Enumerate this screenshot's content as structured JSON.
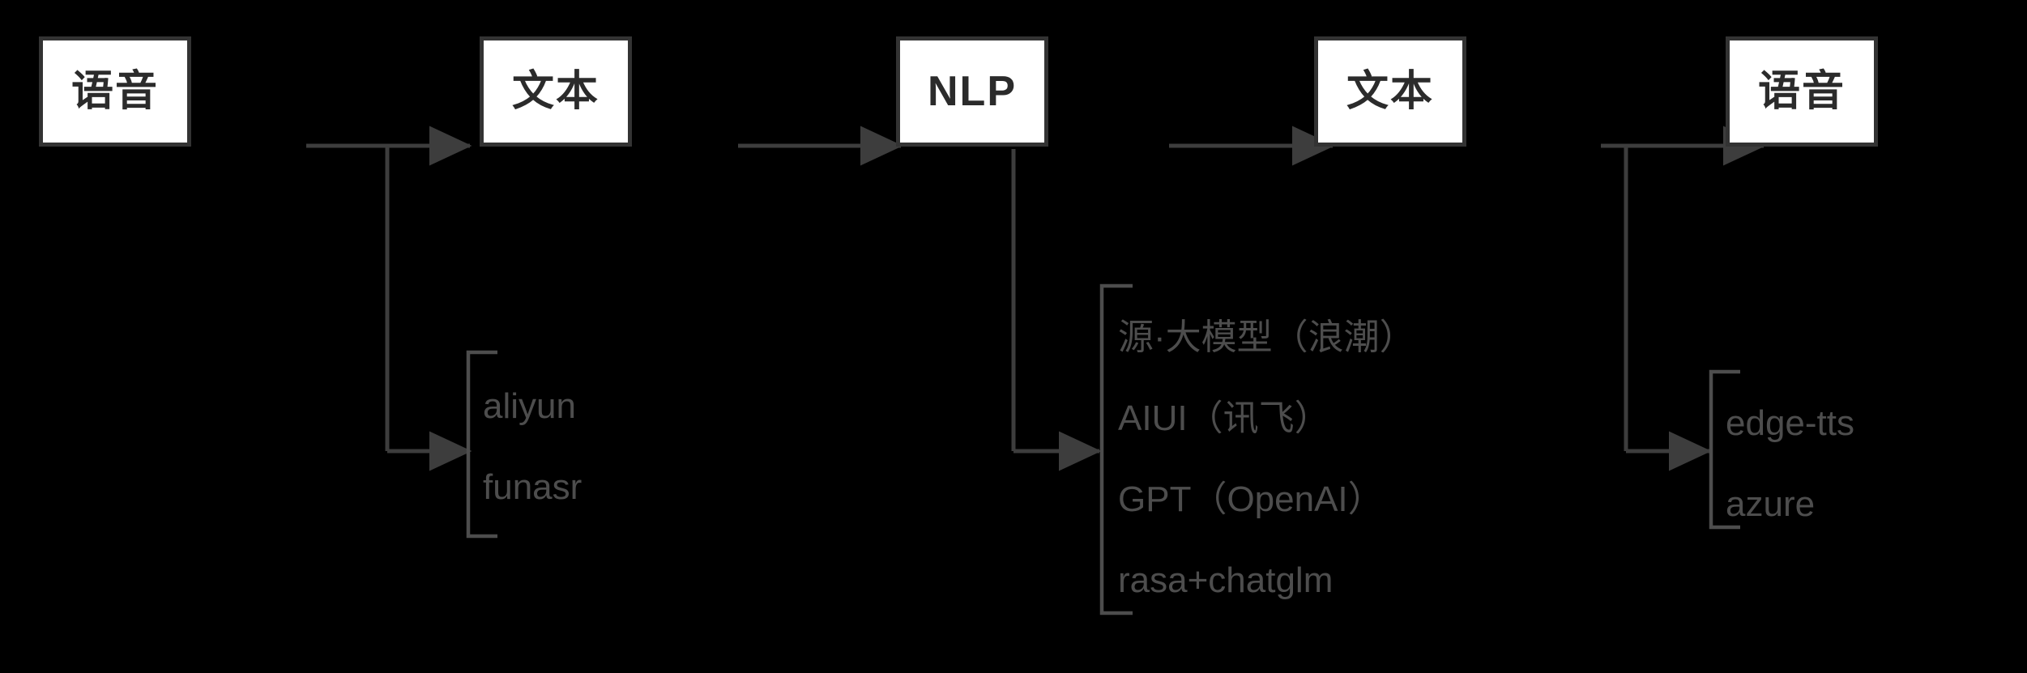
{
  "diagram": {
    "type": "flowchart",
    "title": "",
    "background_color": "#000000",
    "node_fill": "#ffffff",
    "node_border_color": "#333333",
    "connector_color": "#3d3d3d",
    "option_text_color": "#4d4d4d",
    "nodes": [
      {
        "id": "speech-in",
        "label": "语音"
      },
      {
        "id": "text-in",
        "label": "文本"
      },
      {
        "id": "nlp",
        "label": "NLP"
      },
      {
        "id": "text-out",
        "label": "文本"
      },
      {
        "id": "speech-out",
        "label": "语音"
      }
    ],
    "branches": [
      {
        "id": "asr-options",
        "source_node": "speech-in",
        "options": [
          "aliyun",
          "funasr"
        ]
      },
      {
        "id": "nlp-options",
        "source_node": "nlp",
        "options": [
          "源·大模型（浪潮）",
          "AIUI（讯飞）",
          "GPT（OpenAI）",
          "rasa+chatglm"
        ]
      },
      {
        "id": "tts-options",
        "source_node": "text-out",
        "options": [
          "edge-tts",
          "azure"
        ]
      }
    ],
    "flow": [
      "语音",
      "文本",
      "NLP",
      "文本",
      "语音"
    ]
  }
}
